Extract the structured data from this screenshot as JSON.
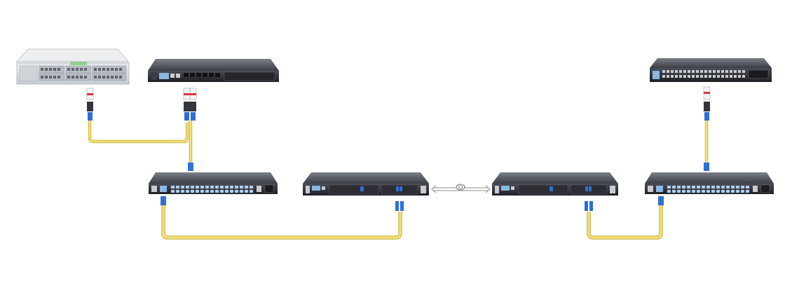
{
  "colors": {
    "background": "#ffffff",
    "fiber": "#f3e07a",
    "fiber_edge": "#c9b53d",
    "connector_blue": "#2f6fd6",
    "transceiver_red": "#d9363e",
    "device_dark": "#2b2d33",
    "device_light": "#e4e6e9",
    "link_line": "#8a8d92"
  },
  "devices": [
    {
      "id": "router-left",
      "icon": "router-chassis-icon",
      "style": "light"
    },
    {
      "id": "server-left",
      "icon": "rack-server-icon",
      "style": "dark"
    },
    {
      "id": "switch-right",
      "icon": "ethernet-switch-icon",
      "style": "dark"
    },
    {
      "id": "mux-left",
      "icon": "dwdm-mux-icon",
      "style": "dark"
    },
    {
      "id": "transponder-left",
      "icon": "transponder-chassis-icon",
      "style": "dark"
    },
    {
      "id": "transponder-right",
      "icon": "transponder-chassis-icon",
      "style": "dark"
    },
    {
      "id": "mux-right",
      "icon": "dwdm-mux-icon",
      "style": "dark"
    }
  ],
  "links": [
    {
      "from": "router-left",
      "to": "mux-left",
      "type": "duplex-fiber"
    },
    {
      "from": "server-left",
      "to": "mux-left",
      "type": "duplex-fiber"
    },
    {
      "from": "mux-left",
      "to": "transponder-left",
      "type": "duplex-fiber"
    },
    {
      "from": "transponder-left",
      "to": "transponder-right",
      "type": "long-haul-line",
      "icon": "fiber-spool-icon"
    },
    {
      "from": "transponder-right",
      "to": "mux-right",
      "type": "duplex-fiber"
    },
    {
      "from": "switch-right",
      "to": "mux-right",
      "type": "duplex-fiber"
    }
  ]
}
